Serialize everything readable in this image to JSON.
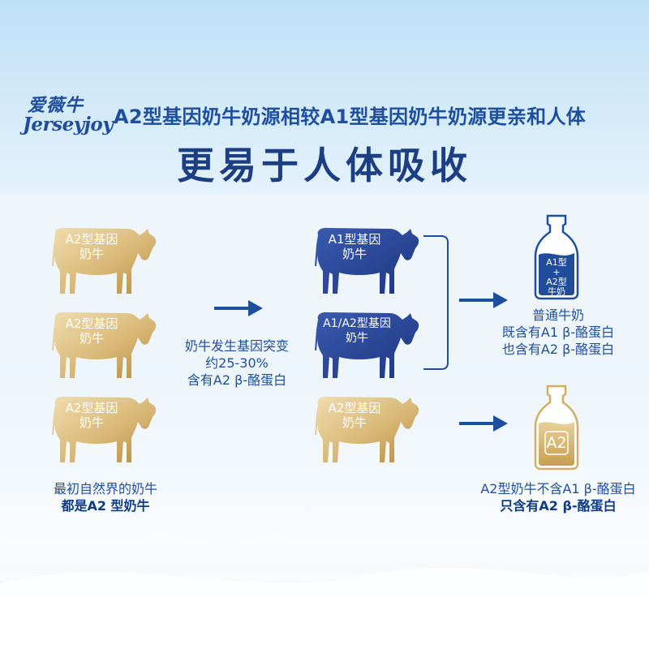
{
  "brand": {
    "name_cn": "爱薇牛",
    "name_en": "Jerseyjoy"
  },
  "headline": "A2型基因奶牛奶源相较A1型基因奶牛奶源更亲和人体",
  "title": "更易于人体吸收",
  "left_column": {
    "cows": [
      {
        "label_line1": "A2型基因",
        "label_line2": "奶牛"
      },
      {
        "label_line1": "A2型基因",
        "label_line2": "奶牛"
      },
      {
        "label_line1": "A2型基因",
        "label_line2": "奶牛"
      }
    ],
    "caption_line1": "最初自然界的奶牛",
    "caption_line2": "都是A2 型奶牛"
  },
  "mutation": {
    "line1": "奶牛发生基因突变",
    "line2": "约25-30%",
    "line3": "含有A2 β-酪蛋白"
  },
  "middle_column": {
    "cows": [
      {
        "label_line1": "A1型基因",
        "label_line2": "奶牛",
        "color": "blue"
      },
      {
        "label_line1": "A1/A2型基因",
        "label_line2": "奶牛",
        "color": "blue"
      },
      {
        "label_line1": "A2型基因",
        "label_line2": "奶牛",
        "color": "gold"
      }
    ]
  },
  "regular_milk": {
    "bottle_line1": "A1型",
    "bottle_line2": "+",
    "bottle_line3": "A2型",
    "bottle_line4": "牛奶",
    "desc_line1": "普通牛奶",
    "desc_line2": "既含有A1 β-酪蛋白",
    "desc_line3": "也含有A2 β-酪蛋白"
  },
  "a2_milk": {
    "bottle_label": "A2",
    "desc_line1": "A2型奶牛不含A1 β-酪蛋白",
    "desc_line2": "只含有A2 β-酪蛋白"
  },
  "colors": {
    "navy": "#1e4f9f",
    "gold_light": "#ecd7a2",
    "gold_dark": "#c49a4a",
    "blue_cow": "#2f4fa3",
    "blue_cow_dark": "#1f3784"
  }
}
